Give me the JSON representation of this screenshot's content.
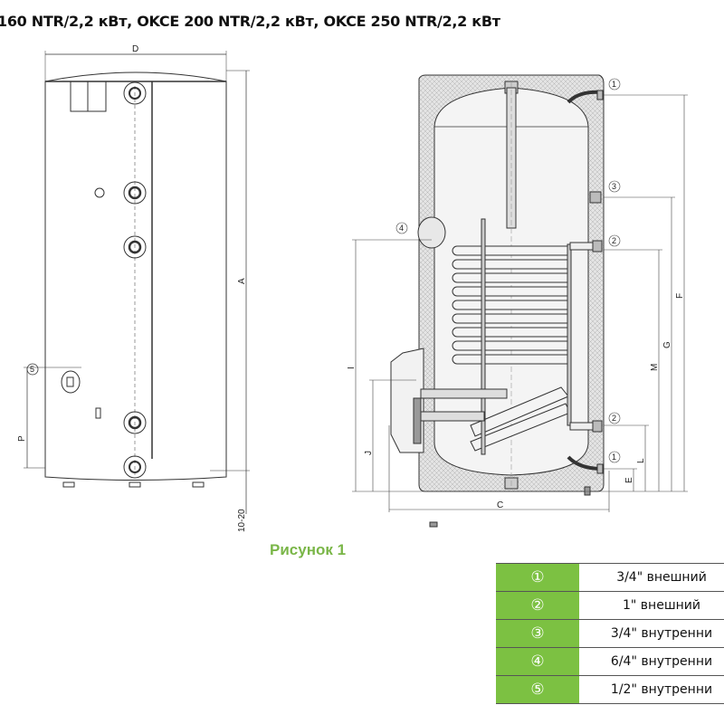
{
  "title": "160 NTR/2,2 кВт, OKCE 200 NTR/2,2 кВт, OKCE 250 NTR/2,2 кВт",
  "caption": "Рисунок 1",
  "front_view": {
    "dims": {
      "D": "D",
      "A": "A",
      "P": "P",
      "foot": "10-20"
    },
    "callout": "5"
  },
  "section_view": {
    "dims": {
      "C": "C",
      "F": "F",
      "G": "G",
      "M": "M",
      "L": "L",
      "E": "E",
      "I": "I",
      "J": "J"
    },
    "callouts": {
      "top_out": "1",
      "mid_3": "3",
      "coil_top": "2",
      "coil_bottom": "2",
      "bottom_in": "1",
      "flange": "4"
    }
  },
  "legend": [
    {
      "key": "①",
      "value": "3/4\" внешний"
    },
    {
      "key": "②",
      "value": "1\" внешний"
    },
    {
      "key": "③",
      "value": "3/4\" внутренни"
    },
    {
      "key": "④",
      "value": "6/4\" внутренни"
    },
    {
      "key": "⑤",
      "value": "1/2\" внутренни"
    }
  ],
  "colors": {
    "accent": "#7cc142",
    "caption": "#7ab648"
  }
}
